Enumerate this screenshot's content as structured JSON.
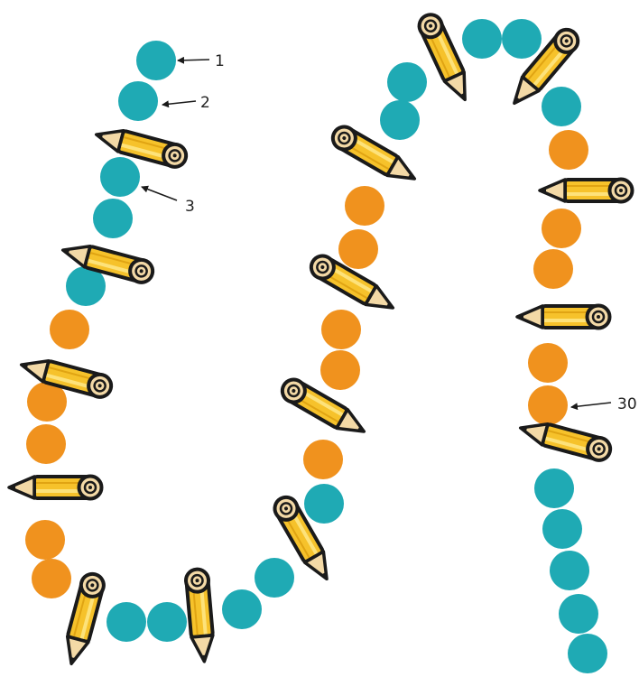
{
  "colors": {
    "teal": "#1faab4",
    "orange": "#f0921e",
    "pencil_body": "#f6c22b",
    "pencil_stripe": "#fde27a",
    "pencil_tip": "#f3d9a6",
    "outline": "#1a1a1a"
  },
  "icons": {
    "bead": "circle-bead",
    "pencil": "pencil-icon"
  },
  "labels": {
    "label_1": "1",
    "label_2": "2",
    "label_3": "3",
    "label_30": "30"
  }
}
